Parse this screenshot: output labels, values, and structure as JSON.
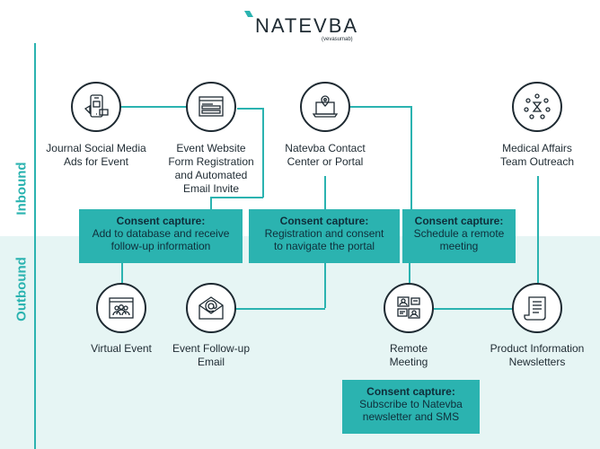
{
  "header": {
    "brand": "NATEVBA",
    "tagline": "(vevasumab)"
  },
  "sections": {
    "inbound": "Inbound",
    "outbound": "Outbound"
  },
  "nodes": {
    "journal": {
      "label": "Journal Social Media\nAds for Event",
      "icon": "mobile-ad-icon"
    },
    "website": {
      "label": "Event Website\nForm Registration\nand Automated\nEmail Invite",
      "icon": "web-form-icon"
    },
    "contact": {
      "label": "Natevba Contact\nCenter or Portal",
      "icon": "laptop-location-icon"
    },
    "medical": {
      "label": "Medical Affairs\nTeam Outreach",
      "icon": "team-hourglass-icon"
    },
    "virtual": {
      "label": "Virtual Event",
      "icon": "video-conference-icon"
    },
    "followup": {
      "label": "Event Follow-up\nEmail",
      "icon": "envelope-at-icon"
    },
    "remote": {
      "label": "Remote\nMeeting",
      "icon": "remote-meeting-icon"
    },
    "newsletter": {
      "label": "Product Information\nNewsletters",
      "icon": "scroll-newsletter-icon"
    }
  },
  "consents": {
    "c1": {
      "title": "Consent capture:",
      "body": "Add to database and receive\nfollow-up information"
    },
    "c2": {
      "title": "Consent capture:",
      "body": "Registration and consent\nto navigate the portal"
    },
    "c3": {
      "title": "Consent capture:",
      "body": "Schedule a remote\nmeeting"
    },
    "c4": {
      "title": "Consent capture:",
      "body": "Subscribe to Natevba\nnewsletter and SMS"
    }
  },
  "colors": {
    "accent": "#2bb3b0",
    "outbound_band": "#e6f5f4",
    "ink": "#1e2a32"
  }
}
